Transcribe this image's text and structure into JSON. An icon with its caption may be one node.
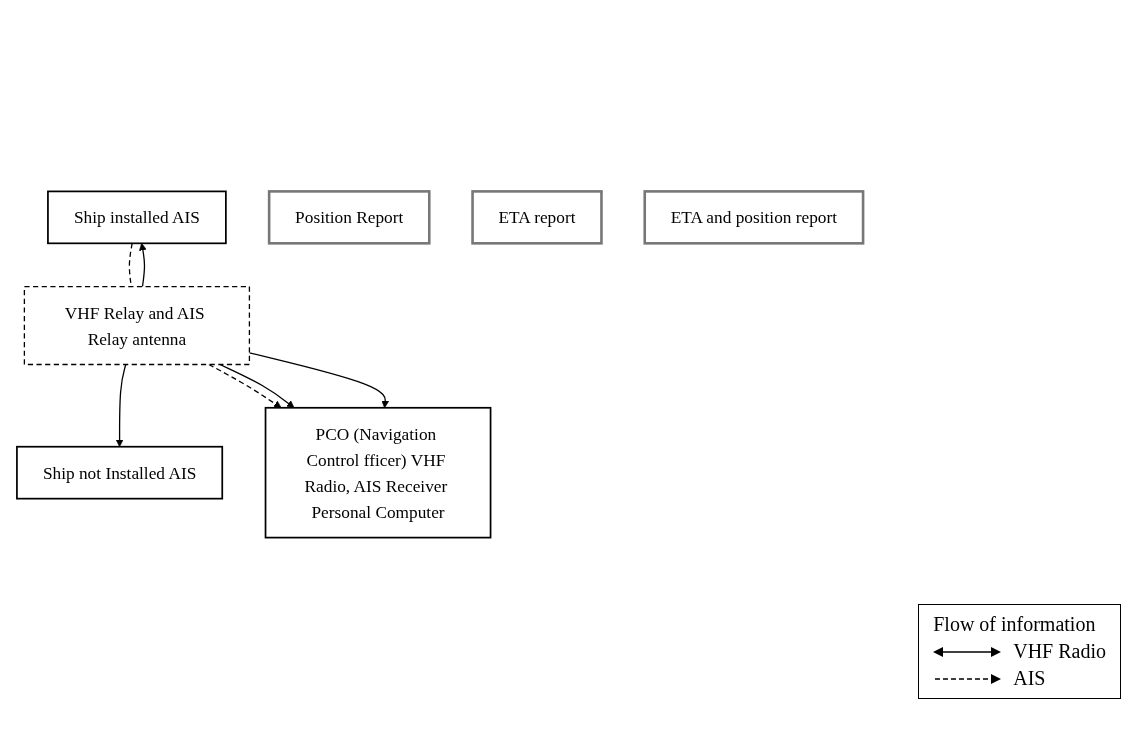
{
  "diagram": {
    "nodes": [
      {
        "text": [
          "Ship installed AIS"
        ]
      },
      {
        "text": [
          "Ship not Installed AIS"
        ]
      },
      {
        "text": [
          "Position Report"
        ]
      },
      {
        "text": [
          "ETA report"
        ]
      },
      {
        "text": [
          "ETA and position report"
        ]
      },
      {
        "text": [
          "VHF Relay and AIS Relay antenna"
        ]
      },
      {
        "text": [
          "PCO (Navigation Control fficer) VHF Radio, AIS Receiver Personal Computer"
        ]
      }
    ],
    "edges": [
      {
        "from": 0,
        "to": 5,
        "arrow": "none",
        "style": "dashed"
      },
      {
        "from": 5,
        "to": 0,
        "arrow": "to"
      },
      {
        "from": 5,
        "to": 1,
        "arrow": "to"
      },
      {
        "from": 5,
        "to": 6,
        "arrow": "to",
        "style": "dashed"
      },
      {
        "from": 5,
        "to": 6,
        "arrow": "to"
      },
      {
        "from": 5,
        "to": 6,
        "arrow": "to"
      }
    ],
    "labels": [
      "Flow of information"
    ],
    "legend": [
      {
        "text": "VHF Radio"
      },
      {
        "text": "AIS"
      }
    ]
  }
}
